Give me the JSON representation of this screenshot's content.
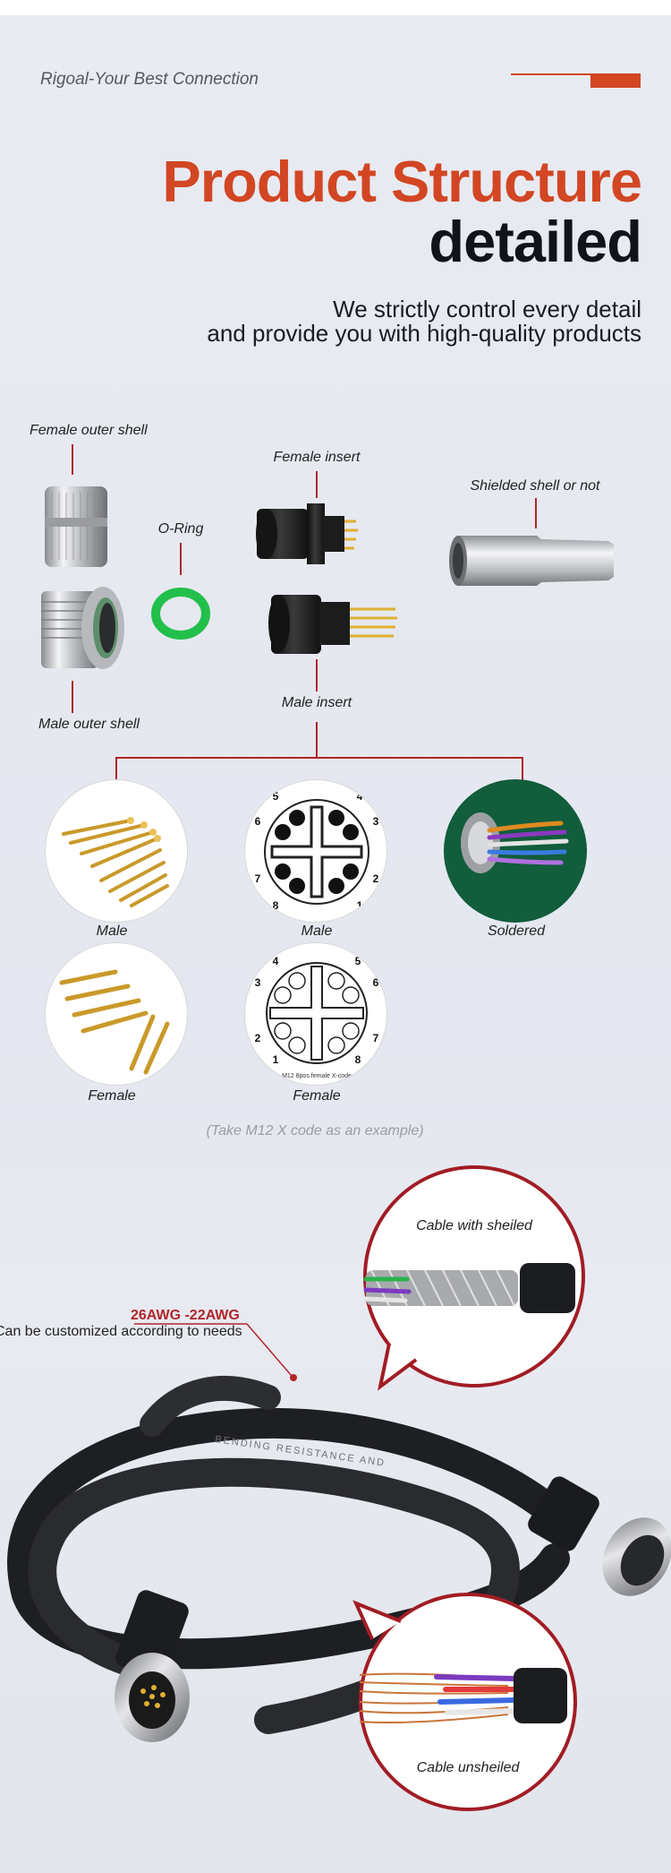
{
  "header": {
    "tagline": "Rigoal-Your Best Connection",
    "title_line1": "Product Structure",
    "title_line2": "detailed",
    "subtitle_line1": "We strictly control every detail",
    "subtitle_line2": "and provide you with high-quality products"
  },
  "parts": {
    "female_outer_shell": "Female outer shell",
    "o_ring": "O-Ring",
    "female_insert": "Female insert",
    "shielded_shell": "Shielded shell or not",
    "male_outer_shell": "Male outer shell",
    "male_insert": "Male insert"
  },
  "details": {
    "male_pins": "Male",
    "male_face": "Male",
    "soldered": "Soldered",
    "female_pins": "Female",
    "female_face": "Female",
    "male_face_numbers": [
      "5",
      "4",
      "6",
      "3",
      "7",
      "2",
      "8",
      "1"
    ],
    "female_face_numbers": [
      "4",
      "5",
      "3",
      "6",
      "2",
      "7",
      "1",
      "8"
    ],
    "female_face_caption": "M12 8pos female X-code"
  },
  "example_note": "(Take M12 X code as an example)",
  "cable": {
    "awg": "26AWG -22AWG",
    "customize": "Can be customized according to needs",
    "shielded": "Cable with sheiled",
    "unshielded": "Cable unsheiled",
    "jacket_print": "BENDING RESISTANCE AND"
  },
  "colors": {
    "accent": "#d24623",
    "line_red": "#b0262a",
    "dark": "#11131a",
    "o_ring_green": "#22c04a"
  }
}
